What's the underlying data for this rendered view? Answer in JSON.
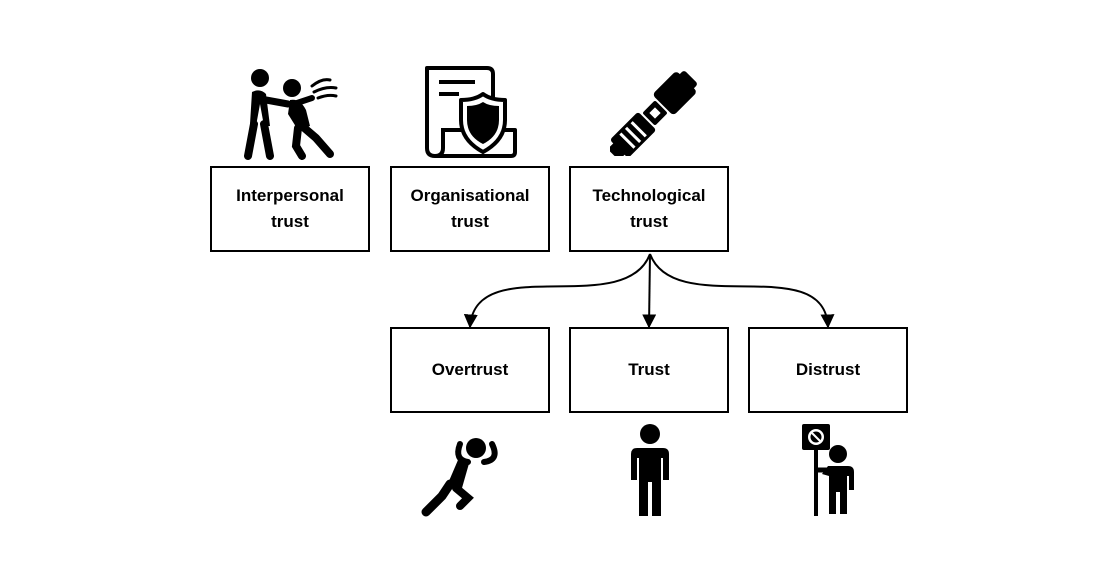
{
  "nodes": {
    "interpersonal": {
      "label": "Interpersonal\ntrust",
      "icon": "push-people-icon"
    },
    "organisational": {
      "label": "Organisational\ntrust",
      "icon": "document-shield-icon"
    },
    "technological": {
      "label": "Technological\ntrust",
      "icon": "seatbelt-buckle-icon"
    },
    "overtrust": {
      "label": "Overtrust",
      "icon": "reclining-person-icon"
    },
    "trust": {
      "label": "Trust",
      "icon": "standing-person-icon"
    },
    "distrust": {
      "label": "Distrust",
      "icon": "protest-sign-person-icon"
    }
  },
  "edges": [
    {
      "from": "technological",
      "to": "overtrust"
    },
    {
      "from": "technological",
      "to": "trust"
    },
    {
      "from": "technological",
      "to": "distrust"
    }
  ],
  "colors": {
    "stroke": "#000000",
    "fill": "#ffffff"
  }
}
